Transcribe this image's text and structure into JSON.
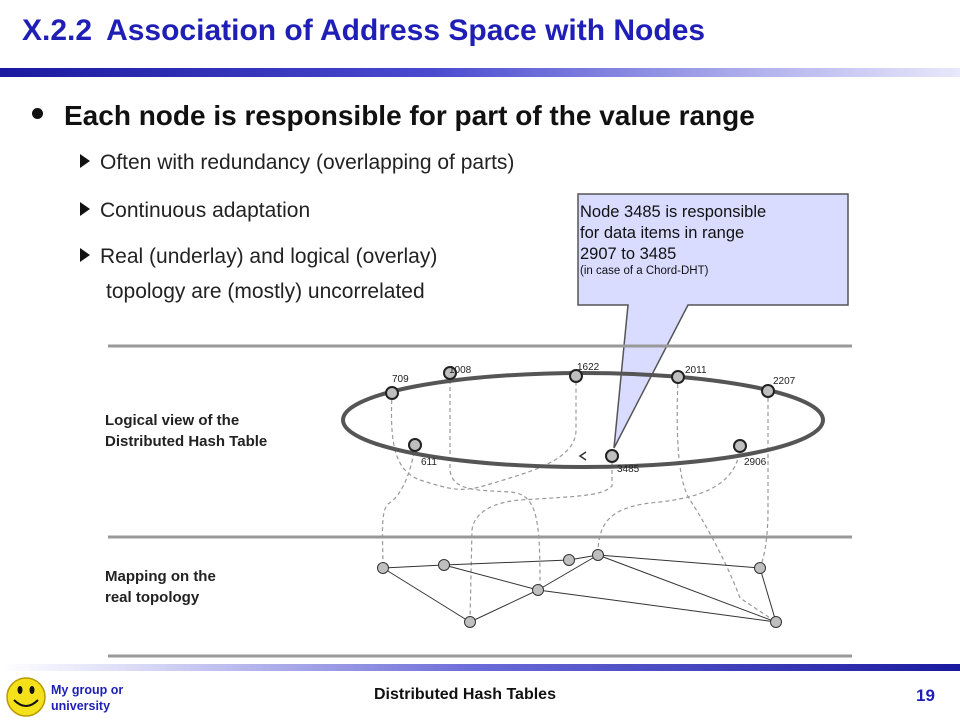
{
  "title": {
    "number": "X.2.2",
    "text": "Association of Address Space with Nodes"
  },
  "main_bullet": "Each node is responsible for part of the value range",
  "sub_bullets": [
    {
      "line1": "Often with redundancy (overlapping of parts)",
      "line2": ""
    },
    {
      "line1": "Continuous adaptation",
      "line2": ""
    },
    {
      "line1": "Real (underlay) and logical (overlay)",
      "line2": "topology are (mostly) uncorrelated"
    }
  ],
  "callout": {
    "line1": "Node 3485 is responsible",
    "line2": "for data items in range",
    "line3": "2907 to 3485",
    "note": "(in case of a Chord-DHT)"
  },
  "logical_label": {
    "line1": "Logical view of the",
    "line2": "Distributed Hash Table"
  },
  "mapping_label": {
    "line1": "Mapping on the",
    "line2": "real topology"
  },
  "ring_nodes": [
    "709",
    "1008",
    "1622",
    "2011",
    "2207",
    "611",
    "3485",
    "2906"
  ],
  "footer": {
    "logo_line1": "My group or",
    "logo_line2": "university",
    "title": "Distributed Hash Tables",
    "page": "19"
  },
  "colors": {
    "title": "#1f1fb8",
    "callout_fill": "#d9dcff",
    "node_fill": "#bfbfbf",
    "ring": "#555555"
  }
}
